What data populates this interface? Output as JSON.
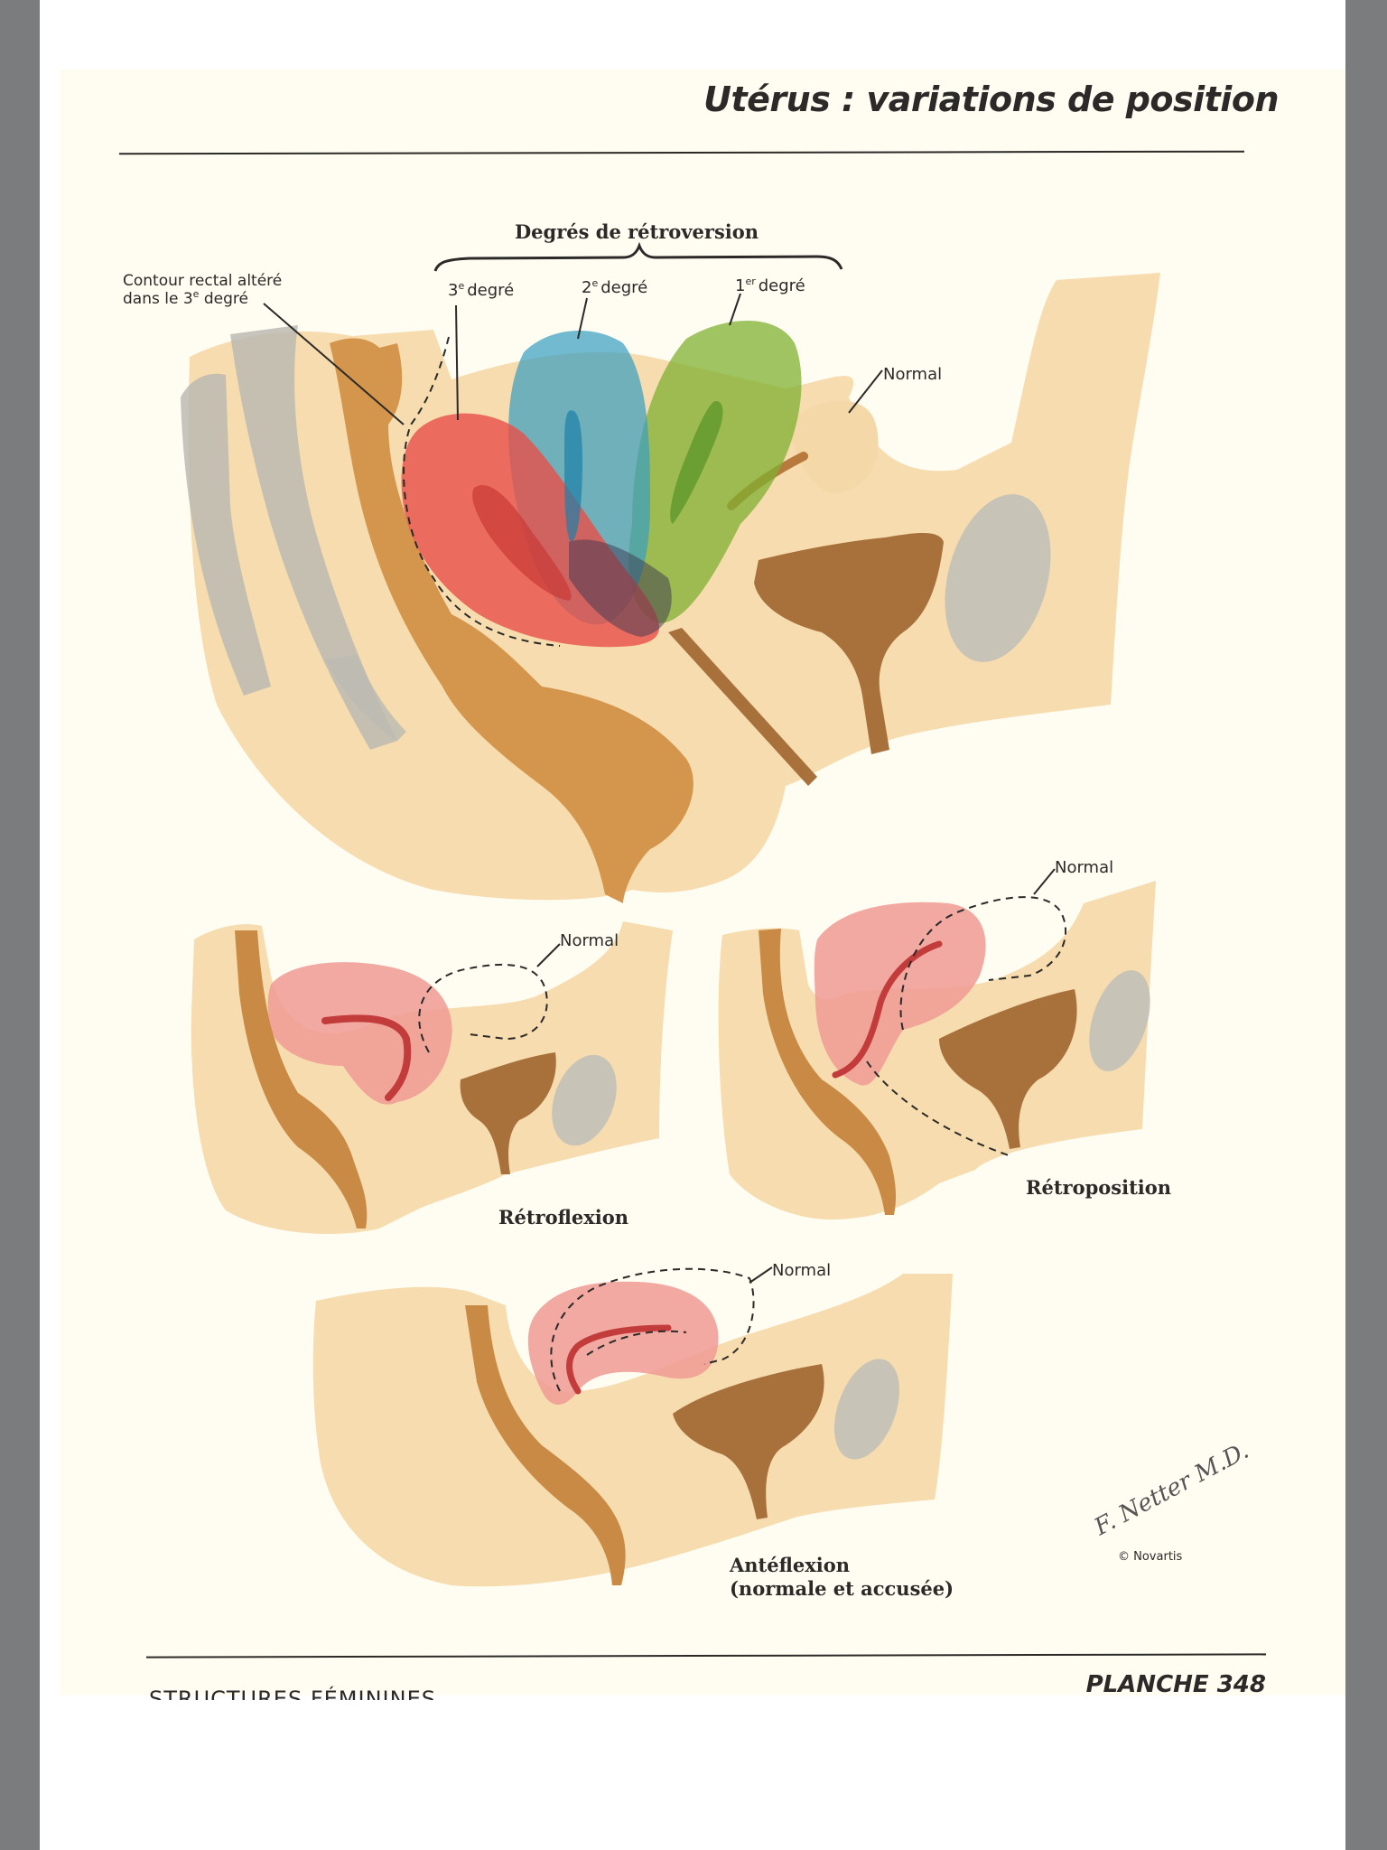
{
  "viewer": {
    "background_color": "#7b7c7e",
    "page_color": "#ffffff",
    "scan_color": "#fffdf2"
  },
  "plate": {
    "title": "Utérus : variations de position",
    "section": "STRUCTURES FÉMININES",
    "plate_number": "PLANCHE 348",
    "signature": "F. Netter M.D.",
    "copyright": "© Novartis"
  },
  "figures": {
    "main": {
      "group_label": "Degrés de rétroversion",
      "degrees": [
        {
          "label": "3e degré",
          "num": "3",
          "sup": "e",
          "word": "degré",
          "color": "#e8504a"
        },
        {
          "label": "2e degré",
          "num": "2",
          "sup": "e",
          "word": "degré",
          "color": "#3aa0c0"
        },
        {
          "label": "1er degré",
          "num": "1",
          "sup": "er",
          "word": "degré",
          "color": "#7fb030"
        }
      ],
      "rectal_label_line1": "Contour rectal altéré",
      "rectal_label_line2_pre": "dans le 3",
      "rectal_label_line2_sup": "e",
      "rectal_label_line2_post": " degré",
      "normal_label": "Normal"
    },
    "retroflexion": {
      "caption": "Rétroflexion",
      "normal_label": "Normal"
    },
    "retroposition": {
      "caption": "Rétroposition",
      "normal_label": "Normal"
    },
    "anteflexion": {
      "caption_line1": "Antéflexion",
      "caption_line2": "(normale et accusée)",
      "normal_label": "Normal"
    }
  },
  "colors": {
    "tissue": "#f6dcae",
    "organ_brown": "#b87a3c",
    "organ_dark": "#8f5a28",
    "bone_gray": "#b9b7b0",
    "uterus_pink": "#f09a94",
    "ink": "#2b2a28"
  }
}
